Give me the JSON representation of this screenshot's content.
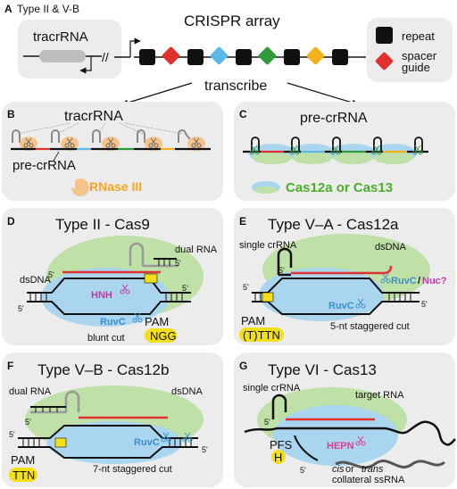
{
  "panelA": {
    "letter": "A",
    "heading": "Type II & V-B",
    "tracr": "tracrRNA",
    "array": "CRISPR array",
    "transcribe": "transcribe",
    "legend_repeat": "repeat",
    "legend_spacer_line1": "spacer",
    "legend_spacer_line2": "guide"
  },
  "panelB": {
    "letter": "B",
    "tracr": "tracrRNA",
    "precr": "pre-crRNA",
    "rnase": "RNase III"
  },
  "panelC": {
    "letter": "C",
    "precr": "pre-crRNA",
    "cas": "Cas12a or Cas13"
  },
  "panelD": {
    "letter": "D",
    "title": "Type II - Cas9",
    "dualrna": "dual RNA",
    "dsdna": "dsDNA",
    "hnh": "HNH",
    "ruvc": "RuvC",
    "pam": "PAM",
    "pamseq": "NGG",
    "cut": "blunt cut",
    "p5a": "5'",
    "p5b": "5'",
    "p5c": "5'",
    "p5d": "5'"
  },
  "panelE": {
    "letter": "E",
    "title": "Type V–A - Cas12a",
    "single": "single crRNA",
    "dsdna": "dsDNA",
    "ruvc": "RuvC",
    "slash": "/",
    "nuc": "Nuc?",
    "ruvc2": "RuvC",
    "pam": "PAM",
    "pamseq": "(T)TTN",
    "cut": "5-nt staggered cut",
    "p5a": "5'",
    "p5b": "5'",
    "p5c": "5'"
  },
  "panelF": {
    "letter": "F",
    "title": "Type V–B - Cas12b",
    "dualrna": "dual RNA",
    "dsdna": "dsDNA",
    "ruvc": "RuvC",
    "pam": "PAM",
    "pamseq": "TTN",
    "cut": "7-nt staggered cut",
    "p5a": "5'",
    "p5b": "5'",
    "p5c": "5'"
  },
  "panelG": {
    "letter": "G",
    "title": "Type VI - Cas13",
    "single": "single crRNA",
    "target": "target RNA",
    "pfs": "PFS",
    "pfsseq": "H",
    "hepn": "HEPN",
    "cistrans_a": "cis",
    "cistrans_b": " or ",
    "cistrans_c": "trans",
    "collateral": "collateral ssRNA",
    "p5a": "5'",
    "p5b": "5'"
  },
  "colors": {
    "panel_bg": "#ececec",
    "green_protein": "#bfe0a6",
    "blue_protein": "#a9d6ee",
    "red_spacer": "#e03030",
    "yellow_pam": "#f3de1a",
    "green_text": "#4caf2a",
    "magenta": "#c23aa6",
    "blue_text": "#3a8fd0",
    "orange_rnase": "#f5b463",
    "orange_text": "#f5a623"
  }
}
